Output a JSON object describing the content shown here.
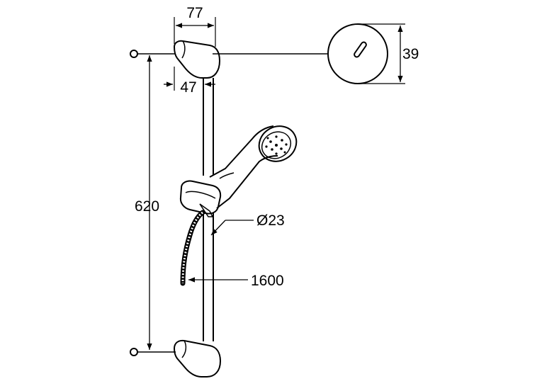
{
  "dimensions": {
    "width_top": "77",
    "slider_offset": "47",
    "height_total": "620",
    "rosette": "39",
    "rail_diameter": "Ø23",
    "hose_length": "1600"
  },
  "colors": {
    "line": "#000000",
    "background": "#ffffff"
  }
}
